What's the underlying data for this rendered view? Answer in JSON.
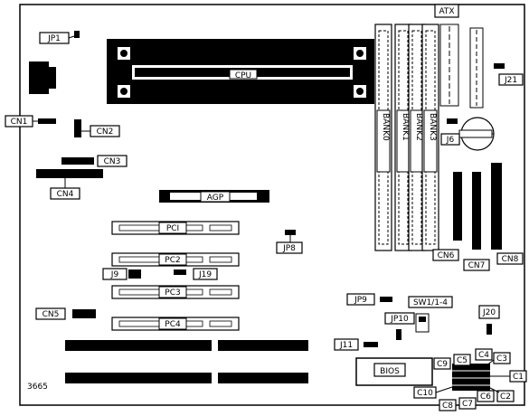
{
  "figure_id": "3665",
  "slots": {
    "cpu": "CPU",
    "agp": "AGP",
    "pci": [
      "PCI",
      "PC2",
      "PC3",
      "PC4"
    ]
  },
  "memory_banks": [
    "BANK0",
    "BANK1",
    "BANK2",
    "BANK3"
  ],
  "connectors": {
    "atx": "ATX",
    "cn1": "CN1",
    "cn2": "CN2",
    "cn3": "CN3",
    "cn4": "CN4",
    "cn5": "CN5",
    "cn6": "CN6",
    "cn7": "CN7",
    "cn8": "CN8"
  },
  "jumpers": {
    "jp1": "JP1",
    "j21": "J21",
    "j6": "J6",
    "jp8": "JP8",
    "j9": "J9",
    "j19": "J19",
    "jp9": "JP9",
    "jp10": "JP10",
    "j11": "J11",
    "j20": "J20",
    "sw1": "SW1/1-4"
  },
  "bios": "BIOS",
  "caps": [
    "C1",
    "C2",
    "C3",
    "C4",
    "C5",
    "C6",
    "C7",
    "C8",
    "C9",
    "C10"
  ]
}
